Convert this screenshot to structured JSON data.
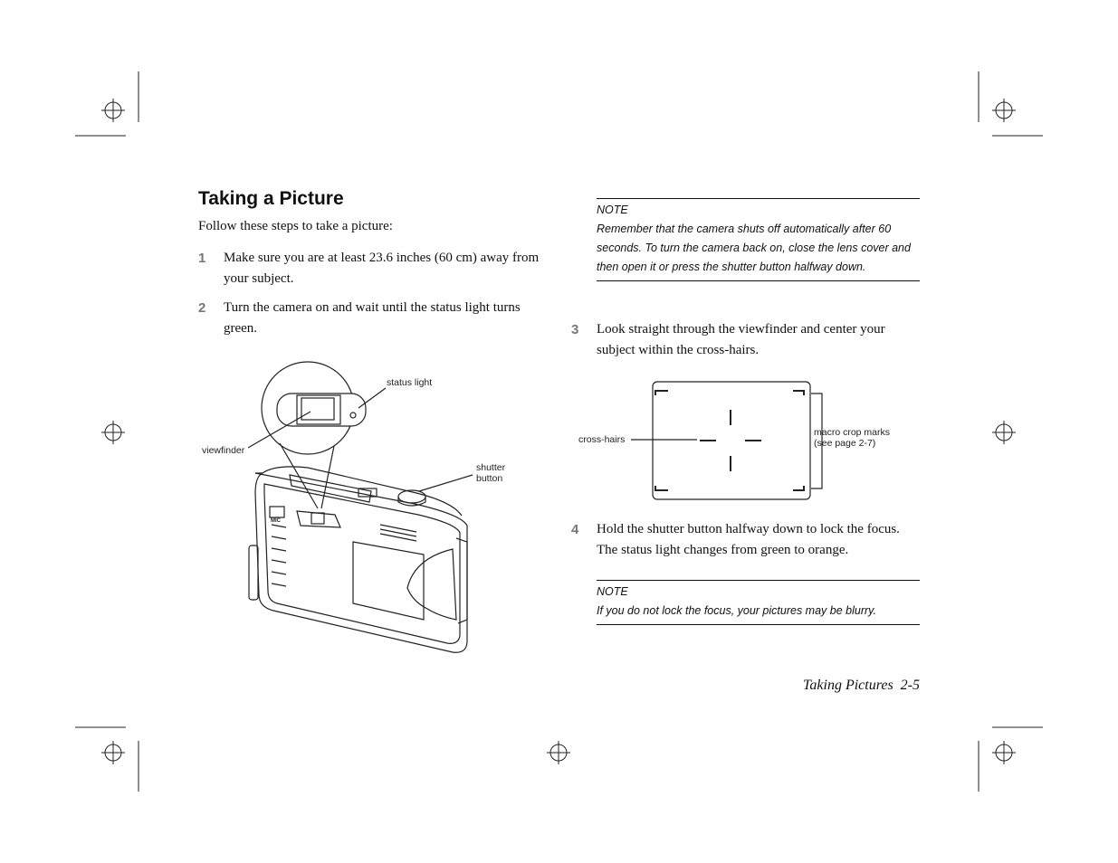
{
  "page": {
    "title": "Taking a Picture",
    "intro": "Follow these steps to take a picture:",
    "steps": [
      {
        "num": "1",
        "text": "Make sure you are at least 23.6 inches (60 cm) away from your subject."
      },
      {
        "num": "2",
        "text": "Turn the camera on and wait until the status light turns green."
      },
      {
        "num": "3",
        "text": "Look straight through the viewfinder and center your subject within the cross-hairs."
      },
      {
        "num": "4",
        "text": "Hold the shutter button halfway down to lock the focus. The status light changes from green to orange."
      }
    ],
    "notes": [
      {
        "label": "NOTE",
        "text": "Remember that the camera shuts off automatically after 60 seconds. To turn the camera back on, close the lens cover and then open it or press the shutter button halfway down."
      },
      {
        "label": "NOTE",
        "text": "If you do not lock the focus, your pictures may be blurry."
      }
    ],
    "footer": "Taking Pictures  2-5"
  },
  "camera_figure": {
    "labels": {
      "status_light": "status light",
      "viewfinder": "viewfinder",
      "shutter_line1": "shutter",
      "shutter_line2": "button",
      "mic": "MIC"
    }
  },
  "viewfinder_figure": {
    "labels": {
      "cross_hairs": "cross-hairs",
      "macro_line1": "macro crop marks",
      "macro_line2": "(see page 2-7)"
    }
  }
}
